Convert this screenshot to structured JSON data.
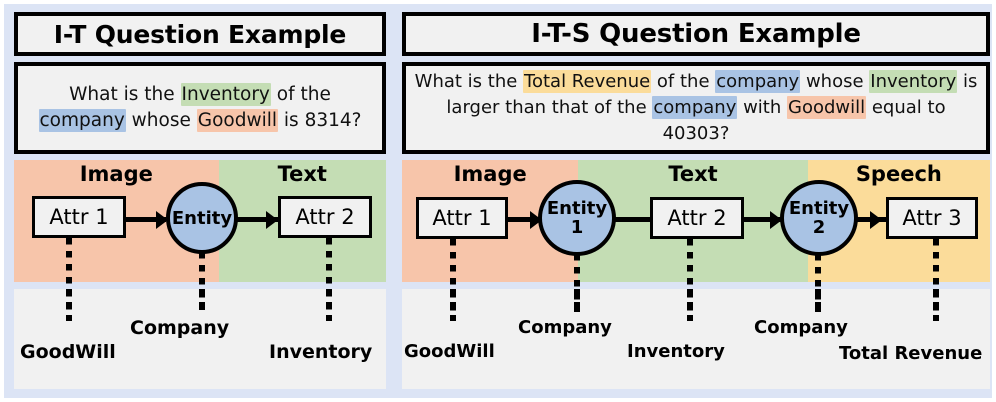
{
  "theme": {
    "page_background": "#dce4f5",
    "box_background": "#f1f1f1",
    "outline": "#000000",
    "image_color": "#f7c5aa",
    "text_color": "#c4ddb4",
    "speech_color": "#fbdc9a",
    "entity_color": "#a9c3e4"
  },
  "panels": [
    {
      "id": "i-t",
      "title": "I-T Question Example",
      "question": {
        "segments": [
          {
            "text": "What is the ",
            "highlight": "none"
          },
          {
            "text": "Inventory",
            "highlight": "green"
          },
          {
            "text": " of the ",
            "highlight": "none"
          },
          {
            "text": "company",
            "highlight": "blue"
          },
          {
            "text": " whose ",
            "highlight": "none"
          },
          {
            "text": "Goodwill",
            "highlight": "peach"
          },
          {
            "text": " is 8314?",
            "highlight": "none"
          }
        ]
      },
      "modalities": [
        {
          "label": "Image",
          "color": "peach"
        },
        {
          "label": "Text",
          "color": "green"
        }
      ],
      "nodes": [
        {
          "kind": "attr",
          "label": "Attr 1"
        },
        {
          "kind": "entity",
          "label": "Entity",
          "index": ""
        },
        {
          "kind": "attr",
          "label": "Attr 2"
        }
      ],
      "annotations": [
        {
          "label": "GoodWill"
        },
        {
          "label": "Company"
        },
        {
          "label": "Inventory"
        }
      ]
    },
    {
      "id": "i-t-s",
      "title": "I-T-S Question Example",
      "question": {
        "segments": [
          {
            "text": "What is the ",
            "highlight": "none"
          },
          {
            "text": "Total Revenue",
            "highlight": "yellow"
          },
          {
            "text": " of the ",
            "highlight": "none"
          },
          {
            "text": "company",
            "highlight": "blue"
          },
          {
            "text": " whose ",
            "highlight": "none"
          },
          {
            "text": "Inventory",
            "highlight": "green"
          },
          {
            "text": " is larger than that of the ",
            "highlight": "none"
          },
          {
            "text": "company",
            "highlight": "blue"
          },
          {
            "text": " with ",
            "highlight": "none"
          },
          {
            "text": "Goodwill",
            "highlight": "peach"
          },
          {
            "text": " equal to 40303?",
            "highlight": "none"
          }
        ]
      },
      "modalities": [
        {
          "label": "Image",
          "color": "peach"
        },
        {
          "label": "Text",
          "color": "green"
        },
        {
          "label": "Speech",
          "color": "yellow"
        }
      ],
      "nodes": [
        {
          "kind": "attr",
          "label": "Attr 1"
        },
        {
          "kind": "entity",
          "label": "Entity",
          "index": "1"
        },
        {
          "kind": "attr",
          "label": "Attr 2"
        },
        {
          "kind": "entity",
          "label": "Entity",
          "index": "2"
        },
        {
          "kind": "attr",
          "label": "Attr 3"
        }
      ],
      "annotations": [
        {
          "label": "GoodWill"
        },
        {
          "label": "Company"
        },
        {
          "label": "Inventory"
        },
        {
          "label": "Company"
        },
        {
          "label": "Total Revenue"
        }
      ]
    }
  ]
}
